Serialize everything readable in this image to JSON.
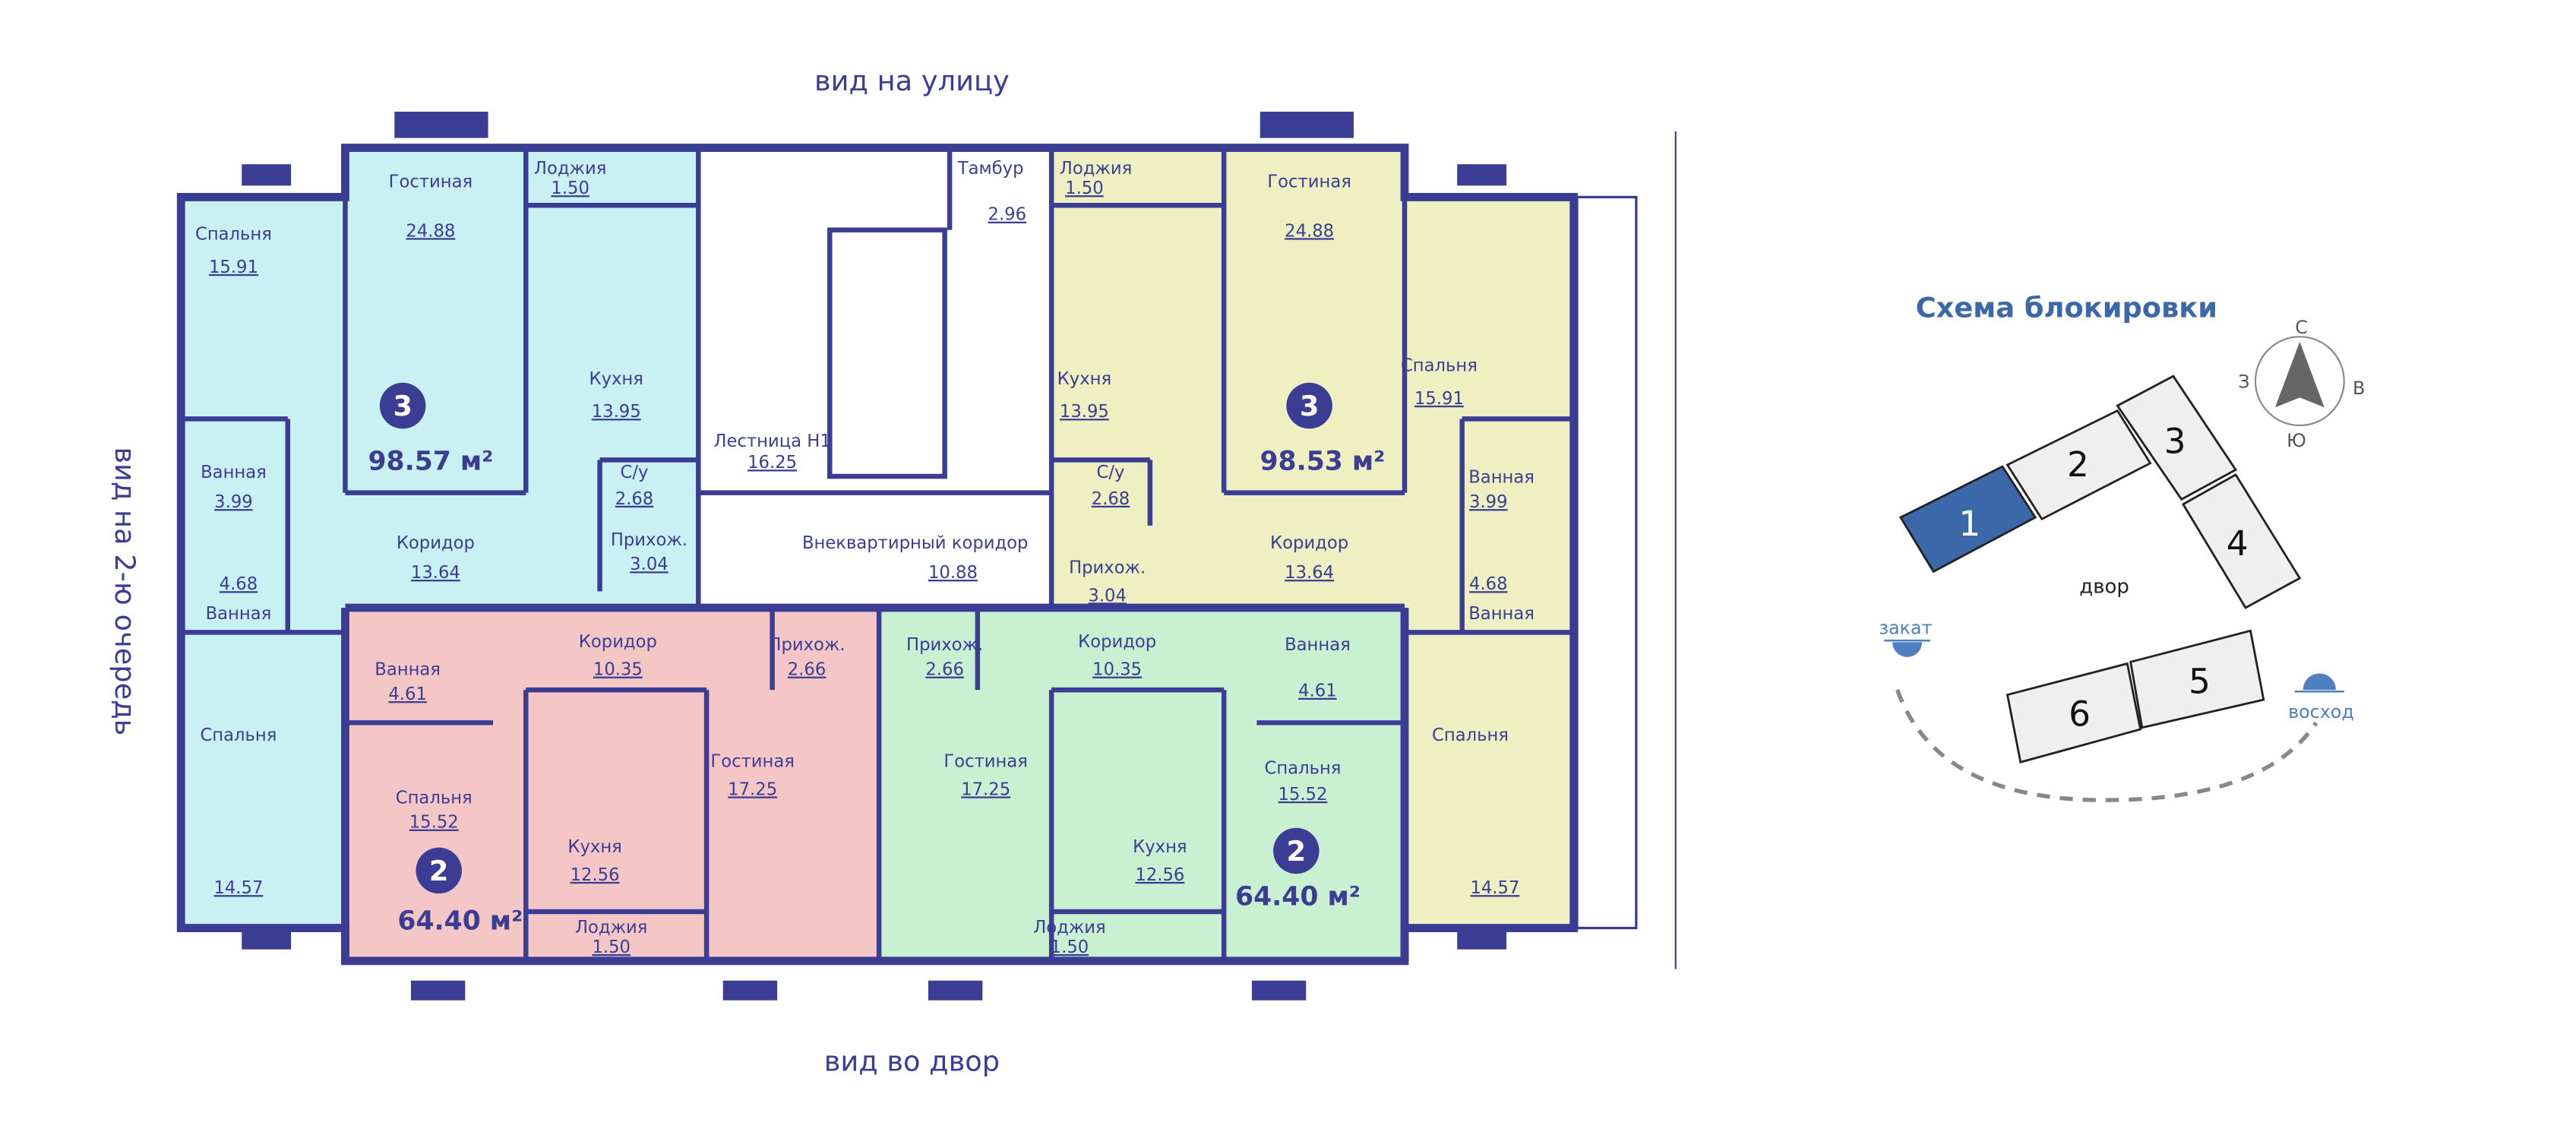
{
  "views": {
    "top": "вид на улицу",
    "bottom": "вид во двор",
    "left": "вид на 2-ю очередь"
  },
  "colors": {
    "walls": "#3b3d94",
    "apt_left_3": "#c9f0f3",
    "apt_right_3": "#eef0c2",
    "apt_left_2": "#f5c6c6",
    "apt_right_2": "#c9f1d1",
    "selected_block": "#3a68a8",
    "other_blocks": "#efefef"
  },
  "apartments": [
    {
      "rooms_label": "3",
      "total_area": "98.57 м²",
      "rooms": [
        {
          "name": "Спальня",
          "area": "15.91"
        },
        {
          "name": "Гостиная",
          "area": "24.88"
        },
        {
          "name": "Лоджия",
          "area": "1.50"
        },
        {
          "name": "Кухня",
          "area": "13.95"
        },
        {
          "name": "С/у",
          "area": "2.68"
        },
        {
          "name": "Ванная",
          "area": "3.99"
        },
        {
          "name": "Коридор",
          "area": "13.64"
        },
        {
          "name": "Прихож.",
          "area": "3.04"
        },
        {
          "name": "Ванная",
          "area": "4.68"
        },
        {
          "name": "Спальня",
          "area": "14.57"
        }
      ]
    },
    {
      "rooms_label": "3",
      "total_area": "98.53 м²",
      "rooms": [
        {
          "name": "Лоджия",
          "area": "1.50"
        },
        {
          "name": "Гостиная",
          "area": "24.88"
        },
        {
          "name": "Кухня",
          "area": "13.95"
        },
        {
          "name": "С/у",
          "area": "2.68"
        },
        {
          "name": "Спальня",
          "area": "15.91"
        },
        {
          "name": "Ванная",
          "area": "3.99"
        },
        {
          "name": "Коридор",
          "area": "13.64"
        },
        {
          "name": "Прихож.",
          "area": "3.04"
        },
        {
          "name": "Ванная",
          "area": "4.68"
        },
        {
          "name": "Спальня",
          "area": "14.57"
        }
      ]
    },
    {
      "rooms_label": "2",
      "total_area": "64.40 м²",
      "rooms": [
        {
          "name": "Коридор",
          "area": "10.35"
        },
        {
          "name": "Прихож.",
          "area": "2.66"
        },
        {
          "name": "Ванная",
          "area": "4.61"
        },
        {
          "name": "Гостиная",
          "area": "17.25"
        },
        {
          "name": "Спальня",
          "area": "15.52"
        },
        {
          "name": "Кухня",
          "area": "12.56"
        },
        {
          "name": "Лоджия",
          "area": "1.50"
        }
      ]
    },
    {
      "rooms_label": "2",
      "total_area": "64.40 м²",
      "rooms": [
        {
          "name": "Прихож.",
          "area": "2.66"
        },
        {
          "name": "Коридор",
          "area": "10.35"
        },
        {
          "name": "Ванная",
          "area": "4.61"
        },
        {
          "name": "Гостиная",
          "area": "17.25"
        },
        {
          "name": "Спальня",
          "area": "15.52"
        },
        {
          "name": "Кухня",
          "area": "12.56"
        },
        {
          "name": "Лоджия",
          "area": "1.50"
        }
      ]
    }
  ],
  "common": {
    "stair": {
      "name": "Лестница Н1",
      "area": "16.25"
    },
    "vestibule": {
      "name": "Тамбур",
      "area": "2.96"
    },
    "corridor": {
      "name": "Внеквартирный коридор",
      "area": "10.88"
    }
  },
  "scheme": {
    "title": "Схема блокировки",
    "blocks": [
      "1",
      "2",
      "3",
      "4",
      "5",
      "6"
    ],
    "selected_block": "1",
    "yard": "двор",
    "sunset": "закат",
    "sunrise": "восход",
    "compass": {
      "n": "С",
      "w": "З",
      "e": "В",
      "s": "Ю"
    }
  }
}
